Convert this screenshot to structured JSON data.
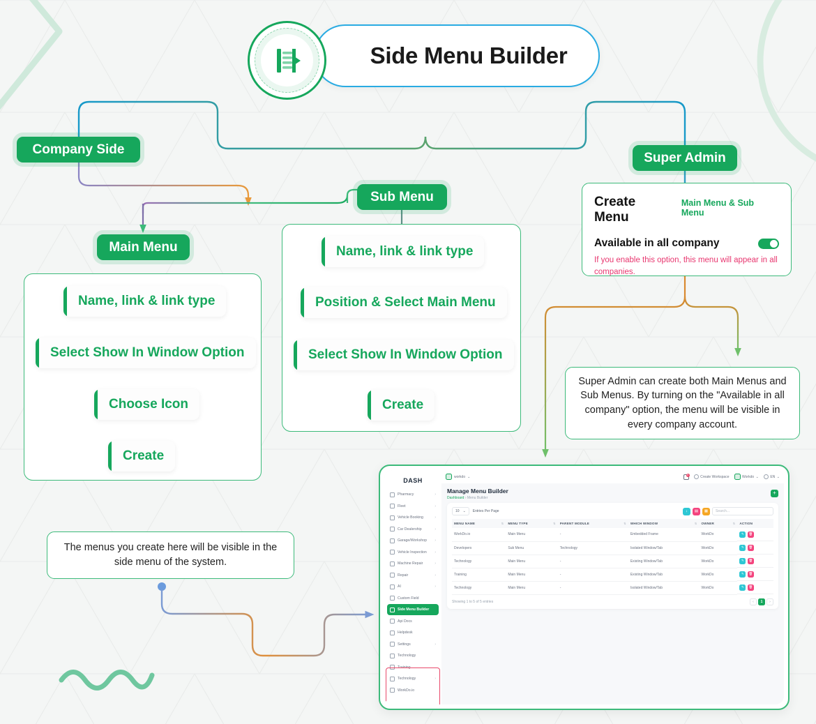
{
  "header": {
    "title": "Side Menu Builder",
    "logo_icon": "menu-list-arrow-icon"
  },
  "branches": {
    "company_side": "Company Side",
    "main_menu": "Main Menu",
    "sub_menu": "Sub Menu",
    "super_admin": "Super Admin"
  },
  "main_menu_steps": [
    "Name, link & link type",
    "Select Show In Window Option",
    "Choose Icon",
    "Create"
  ],
  "sub_menu_steps": [
    "Name, link & link type",
    "Position & Select Main Menu",
    "Select Show In Window Option",
    "Create"
  ],
  "create_card": {
    "title": "Create Menu",
    "subtitle": "Main Menu & Sub Menu",
    "toggle_label": "Available in all company",
    "toggle_state": "on",
    "hint": "If you enable this option, this menu will appear in all companies."
  },
  "notes": {
    "super_admin": "Super Admin can create both Main Menus and Sub Menus. By turning on the \"Available in all company\" option, the menu will be visible in every company account.",
    "company_side": "The menus you create here will be visible in the side menu of the system."
  },
  "app": {
    "logo": "DASH",
    "topbar": {
      "workspace_name": "workdo",
      "create_workspace": "Create Workspace",
      "workspace_switch": "Workdo",
      "language": "EN",
      "notification_count": "0"
    },
    "page_title": "Manage Menu Builder",
    "breadcrumb_root": "Dashboard",
    "breadcrumb_current": "Menu Builder",
    "add_button": "+",
    "entries_per_page_value": "10",
    "entries_per_page_label": "Entries Per Page",
    "search_placeholder": "Search...",
    "export_buttons": [
      "download-icon",
      "pdf-icon",
      "csv-icon"
    ],
    "table": {
      "columns": [
        "MENU NAME",
        "MENU TYPE",
        "PARENT MODULE",
        "WHICH WINDOW",
        "OWNER",
        "ACTION"
      ],
      "rows": [
        {
          "menu_name": "WorkDo.io",
          "menu_type": "Main Menu",
          "parent_module": "-",
          "which_window": "Embedded Frame",
          "owner": "WorkDo"
        },
        {
          "menu_name": "Developers",
          "menu_type": "Sub Menu",
          "parent_module": "Technology",
          "which_window": "Isolated Window/Tab",
          "owner": "WorkDo"
        },
        {
          "menu_name": "Technology",
          "menu_type": "Main Menu",
          "parent_module": "-",
          "which_window": "Existing Window/Tab",
          "owner": "WorkDo"
        },
        {
          "menu_name": "Training",
          "menu_type": "Main Menu",
          "parent_module": "-",
          "which_window": "Existing Window/Tab",
          "owner": "WorkDo"
        },
        {
          "menu_name": "Technology",
          "menu_type": "Main Menu",
          "parent_module": "-",
          "which_window": "Isolated Window/Tab",
          "owner": "WorkDo"
        }
      ],
      "row_actions": [
        "edit-icon",
        "delete-icon"
      ]
    },
    "showing": "Showing 1 to 5 of 5 entries",
    "pagination": [
      "‹",
      "1",
      "›"
    ],
    "sidebar": [
      {
        "label": "Pharmacy",
        "chevron": true,
        "active": false
      },
      {
        "label": "Fleet",
        "chevron": true,
        "active": false
      },
      {
        "label": "Vehicle Booking",
        "chevron": true,
        "active": false
      },
      {
        "label": "Car Dealership",
        "chevron": true,
        "active": false
      },
      {
        "label": "Garage/Workshop",
        "chevron": true,
        "active": false
      },
      {
        "label": "Vehicle Inspection",
        "chevron": true,
        "active": false
      },
      {
        "label": "Machine Repair",
        "chevron": true,
        "active": false
      },
      {
        "label": "Repair",
        "chevron": true,
        "active": false
      },
      {
        "label": "AI",
        "chevron": true,
        "active": false
      },
      {
        "label": "Custom Field",
        "chevron": false,
        "active": false
      },
      {
        "label": "Side Menu Builder",
        "chevron": false,
        "active": true
      },
      {
        "label": "Api Docs",
        "chevron": false,
        "active": false
      },
      {
        "label": "Helpdesk",
        "chevron": false,
        "active": false
      },
      {
        "label": "Settings",
        "chevron": true,
        "active": false
      },
      {
        "label": "Technology",
        "chevron": false,
        "active": false,
        "highlight": true
      },
      {
        "label": "Training",
        "chevron": false,
        "active": false,
        "highlight": true
      },
      {
        "label": "Technology",
        "chevron": true,
        "active": false,
        "highlight": true
      },
      {
        "label": "WorkDo.io",
        "chevron": false,
        "active": false,
        "highlight": true
      }
    ]
  },
  "colors": {
    "brand_green": "#16a75c",
    "accent_blue": "#29abe2",
    "accent_orange": "#e8993a",
    "accent_purple": "#8b85c4",
    "hint_pink": "#e8366f",
    "action_edit": "#2ec7d4",
    "action_delete": "#f4447e"
  }
}
